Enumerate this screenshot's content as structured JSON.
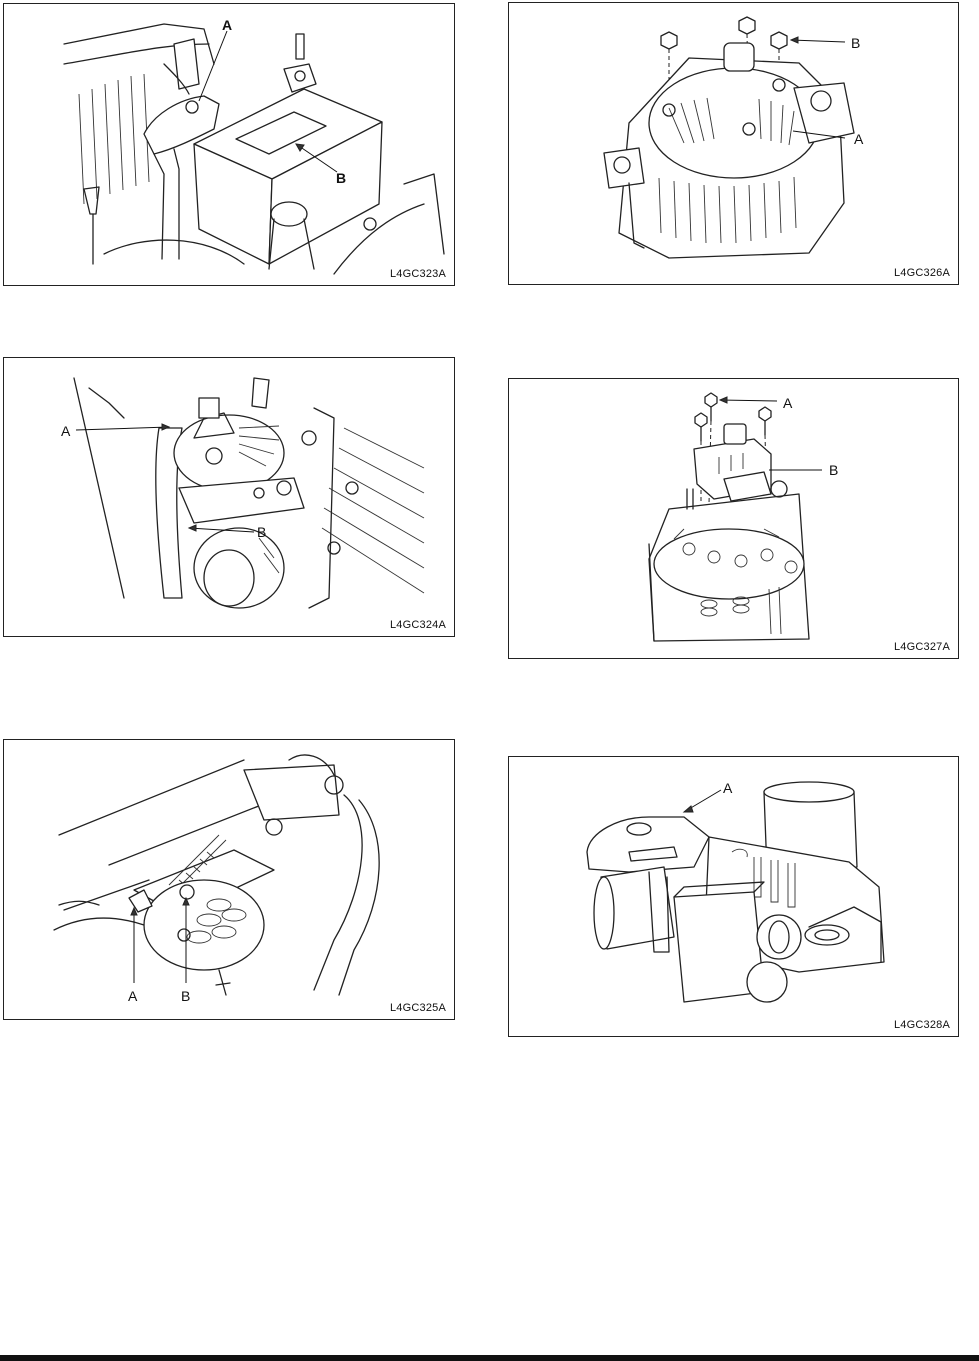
{
  "figures": [
    {
      "code": "L4GC323A",
      "callouts": [
        "A",
        "B"
      ]
    },
    {
      "code": "L4GC324A",
      "callouts": [
        "A",
        "B"
      ]
    },
    {
      "code": "L4GC325A",
      "callouts": [
        "A",
        "B"
      ]
    },
    {
      "code": "L4GC326A",
      "callouts": [
        "B",
        "A"
      ]
    },
    {
      "code": "L4GC327A",
      "callouts": [
        "A",
        "B"
      ]
    },
    {
      "code": "L4GC328A",
      "callouts": [
        "A"
      ]
    }
  ]
}
